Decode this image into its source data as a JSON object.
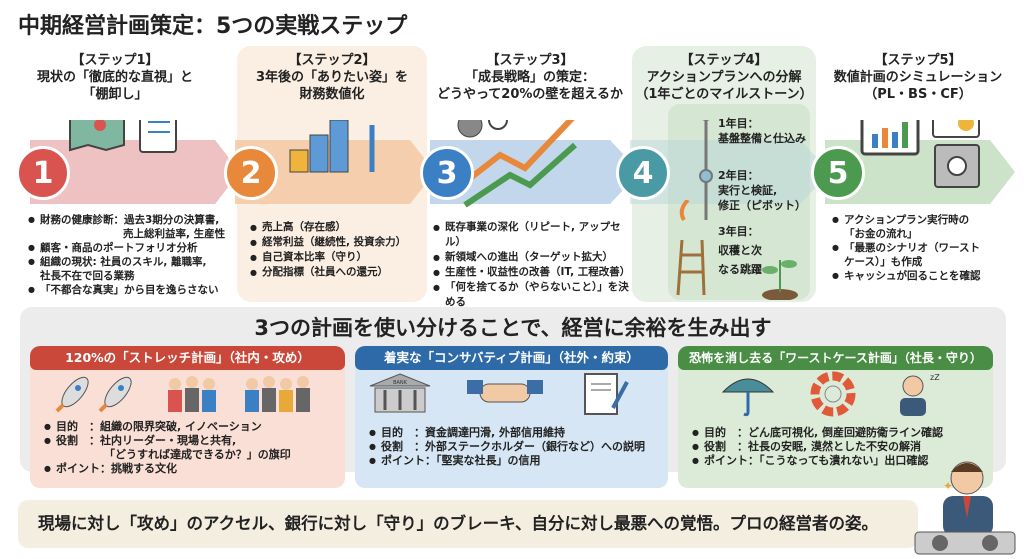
{
  "title": "中期経営計画策定：5つの実戦ステップ",
  "steps": [
    {
      "label": "【ステップ1】",
      "heading": [
        "現状の「徹底的な直視」と",
        "「棚卸し」"
      ],
      "number": "1",
      "color": "#d9534f",
      "band": "#eab3b3",
      "bullets": [
        "財務の健康診断：過去3期分の決算書,",
        "売上総利益率, 生産性",
        "顧客・商品のポートフォリオ分析",
        "組織の現状: 社員のスキル, 離職率,",
        "社長不在で回る業務",
        "「不都合な真実」から目を逸らさない"
      ]
    },
    {
      "label": "【ステップ2】",
      "heading": [
        "3年後の「ありたい姿」を",
        "財務数値化"
      ],
      "number": "2",
      "color": "#e8883a",
      "band": "#f4c7a0",
      "bullets": [
        "売上高（存在感）",
        "経常利益（継続性, 投資余力）",
        "自己資本比率（守り）",
        "分配指標（社員への還元）"
      ]
    },
    {
      "label": "【ステップ3】",
      "heading": [
        "「成長戦略」の策定：",
        "どうやって20%の壁を超えるか"
      ],
      "number": "3",
      "color": "#3b7fc4",
      "band": "#b3cde6",
      "bullets": [
        "既存事業の深化（リピート, アップセル）",
        "新領域への進出（ターゲット拡大）",
        "生産性・収益性の改善（IT, 工程改善）",
        "「何を捨てるか（やらないこと）」を決める"
      ]
    },
    {
      "label": "【ステップ4】",
      "heading": [
        "アクションプランへの分解",
        "（1年ごとのマイルストーン）"
      ],
      "number": "4",
      "color": "#4a9aa5",
      "band": "#b9d6da",
      "milestones": [
        [
          "1年目：",
          "基盤整備と仕込み"
        ],
        [
          "2年目：",
          "実行と検証,",
          "修正（ピボット）"
        ],
        [
          "3年目：",
          "収穫と次",
          "なる跳躍"
        ]
      ]
    },
    {
      "label": "【ステップ5】",
      "heading": [
        "数値計画のシミュレーション",
        "（PL・BS・CF）"
      ],
      "number": "5",
      "color": "#4c9a50",
      "band": "#bfdcbc",
      "bullets": [
        "アクションプラン実行時の",
        "「お金の流れ」",
        "「最悪のシナリオ（ワースト",
        "ケース）」も作成",
        "キャッシュが回ることを確認"
      ]
    }
  ],
  "middle": {
    "heading": "3つの計画を使い分けることで、経営に余裕を生み出す",
    "cards": [
      {
        "title": "120%の「ストレッチ計画」（社内・攻め）",
        "color": "#c9483a",
        "bg": "#f9dfd5",
        "lines": [
          "目的　：組織の限界突破, イノベーション",
          "役割　：社内リーダー・現場と共有,",
          "「どうすれば達成できるか？」の旗印",
          "ポイント：挑戦する文化"
        ]
      },
      {
        "title": "着実な「コンサバティブ計画」（社外・約束）",
        "color": "#2f6aa8",
        "bg": "#d6e6f4",
        "bank": "BANK",
        "lines": [
          "目的　：資金調達円滑, 外部信用維持",
          "役割　：外部ステークホルダー（銀行など）への説明",
          "ポイント：「堅実な社長」の信用"
        ]
      },
      {
        "title": "恐怖を消し去る「ワーストケース計画」（社長・守り）",
        "color": "#4a8d45",
        "bg": "#dcebd7",
        "zz": "zZ",
        "lines": [
          "目的　：どん底可視化, 倒産回避防衛ライン確認",
          "役割　：社長の安眠, 漠然とした不安の解消",
          "ポイント：「こうなっても潰れない」出口確認"
        ]
      }
    ]
  },
  "footer": "現場に対し「攻め」のアクセル、銀行に対し「守り」のブレーキ、自分に対し最悪への覚悟。プロの経営者の姿。"
}
